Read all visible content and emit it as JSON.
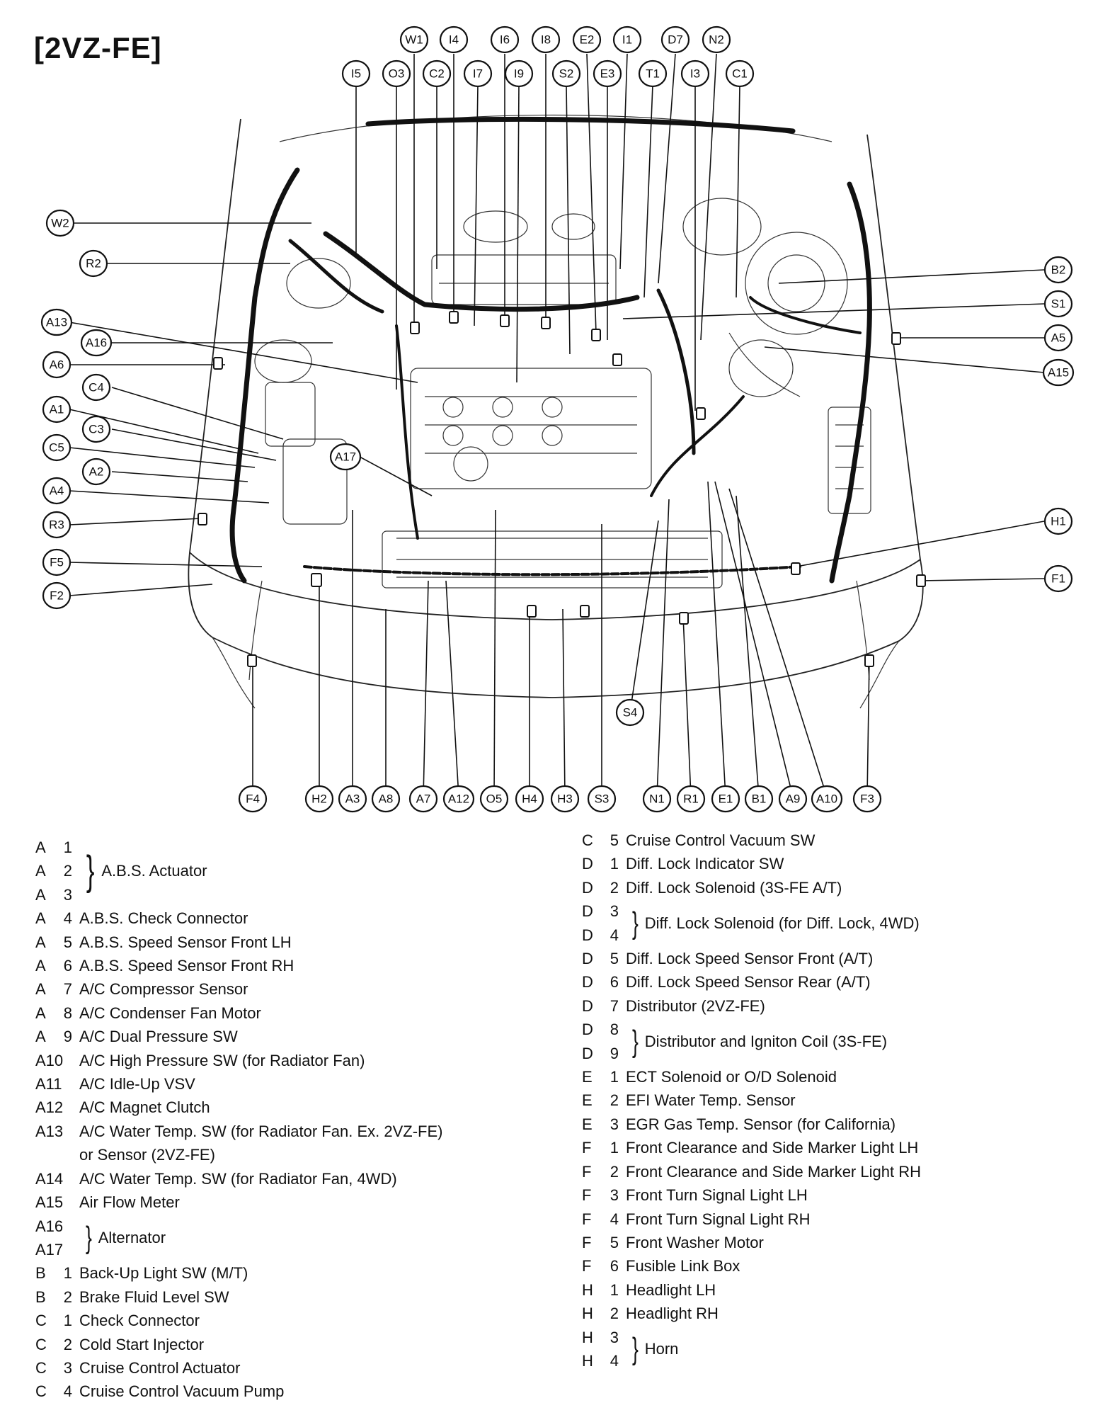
{
  "title": "[2VZ-FE]",
  "callouts": [
    {
      "id": "W1",
      "label": "W1"
    },
    {
      "id": "I4",
      "label": "I4"
    },
    {
      "id": "I6",
      "label": "I6"
    },
    {
      "id": "I8",
      "label": "I8"
    },
    {
      "id": "E2",
      "label": "E2"
    },
    {
      "id": "I1",
      "label": "I1"
    },
    {
      "id": "D7",
      "label": "D7"
    },
    {
      "id": "N2",
      "label": "N2"
    },
    {
      "id": "I5",
      "label": "I5"
    },
    {
      "id": "O3",
      "label": "O3"
    },
    {
      "id": "C2",
      "label": "C2"
    },
    {
      "id": "I7",
      "label": "I7"
    },
    {
      "id": "I9",
      "label": "I9"
    },
    {
      "id": "S2",
      "label": "S2"
    },
    {
      "id": "E3",
      "label": "E3"
    },
    {
      "id": "T1",
      "label": "T1"
    },
    {
      "id": "I3",
      "label": "I3"
    },
    {
      "id": "C1",
      "label": "C1"
    },
    {
      "id": "W2",
      "label": "W2"
    },
    {
      "id": "R2",
      "label": "R2"
    },
    {
      "id": "A13",
      "label": "A13"
    },
    {
      "id": "A16",
      "label": "A16"
    },
    {
      "id": "A6",
      "label": "A6"
    },
    {
      "id": "C4",
      "label": "C4"
    },
    {
      "id": "A1",
      "label": "A1"
    },
    {
      "id": "C3",
      "label": "C3"
    },
    {
      "id": "C5",
      "label": "C5"
    },
    {
      "id": "A2",
      "label": "A2"
    },
    {
      "id": "A4",
      "label": "A4"
    },
    {
      "id": "R3",
      "label": "R3"
    },
    {
      "id": "F5",
      "label": "F5"
    },
    {
      "id": "F2",
      "label": "F2"
    },
    {
      "id": "A17",
      "label": "A17"
    },
    {
      "id": "B2",
      "label": "B2"
    },
    {
      "id": "S1",
      "label": "S1"
    },
    {
      "id": "A5",
      "label": "A5"
    },
    {
      "id": "A15",
      "label": "A15"
    },
    {
      "id": "H1",
      "label": "H1"
    },
    {
      "id": "F1",
      "label": "F1"
    },
    {
      "id": "S4",
      "label": "S4"
    },
    {
      "id": "F4",
      "label": "F4"
    },
    {
      "id": "H2",
      "label": "H2"
    },
    {
      "id": "A3",
      "label": "A3"
    },
    {
      "id": "A8",
      "label": "A8"
    },
    {
      "id": "A7",
      "label": "A7"
    },
    {
      "id": "A12",
      "label": "A12"
    },
    {
      "id": "O5",
      "label": "O5"
    },
    {
      "id": "H4",
      "label": "H4"
    },
    {
      "id": "H3",
      "label": "H3"
    },
    {
      "id": "S3",
      "label": "S3"
    },
    {
      "id": "N1",
      "label": "N1"
    },
    {
      "id": "R1",
      "label": "R1"
    },
    {
      "id": "E1",
      "label": "E1"
    },
    {
      "id": "B1",
      "label": "B1"
    },
    {
      "id": "A9",
      "label": "A9"
    },
    {
      "id": "A10",
      "label": "A10"
    },
    {
      "id": "F3",
      "label": "F3"
    }
  ],
  "legend_left": [
    {
      "group": true,
      "codes": [
        [
          "A",
          "1"
        ],
        [
          "A",
          "2"
        ],
        [
          "A",
          "3"
        ]
      ],
      "desc": "A.B.S. Actuator"
    },
    {
      "code": [
        "A",
        "4"
      ],
      "desc": "A.B.S. Check Connector"
    },
    {
      "code": [
        "A",
        "5"
      ],
      "desc": "A.B.S. Speed Sensor Front LH"
    },
    {
      "code": [
        "A",
        "6"
      ],
      "desc": "A.B.S. Speed Sensor Front RH"
    },
    {
      "code": [
        "A",
        "7"
      ],
      "desc": "A/C Compressor Sensor"
    },
    {
      "code": [
        "A",
        "8"
      ],
      "desc": "A/C Condenser Fan Motor"
    },
    {
      "code": [
        "A",
        "9"
      ],
      "desc": "A/C Dual Pressure SW"
    },
    {
      "code": [
        "A10",
        ""
      ],
      "desc": "A/C High Pressure SW (for Radiator Fan)"
    },
    {
      "code": [
        "A11",
        ""
      ],
      "desc": "A/C Idle-Up VSV"
    },
    {
      "code": [
        "A12",
        ""
      ],
      "desc": "A/C Magnet Clutch"
    },
    {
      "code": [
        "A13",
        ""
      ],
      "desc": "A/C Water Temp. SW (for Radiator Fan. Ex. 2VZ-FE)",
      "desc2": "or Sensor (2VZ-FE)"
    },
    {
      "code": [
        "A14",
        ""
      ],
      "desc": "A/C Water Temp. SW (for Radiator Fan, 4WD)"
    },
    {
      "code": [
        "A15",
        ""
      ],
      "desc": "Air Flow Meter"
    },
    {
      "group": true,
      "codes": [
        [
          "A16",
          ""
        ],
        [
          "A17",
          ""
        ]
      ],
      "desc": "Alternator"
    },
    {
      "code": [
        "B",
        "1"
      ],
      "desc": "Back-Up Light SW (M/T)"
    },
    {
      "code": [
        "B",
        "2"
      ],
      "desc": "Brake Fluid Level SW"
    },
    {
      "code": [
        "C",
        "1"
      ],
      "desc": "Check Connector"
    },
    {
      "code": [
        "C",
        "2"
      ],
      "desc": "Cold Start Injector"
    },
    {
      "code": [
        "C",
        "3"
      ],
      "desc": "Cruise Control Actuator"
    },
    {
      "code": [
        "C",
        "4"
      ],
      "desc": "Cruise Control Vacuum Pump"
    }
  ],
  "legend_right": [
    {
      "code": [
        "C",
        "5"
      ],
      "desc": "Cruise Control Vacuum SW"
    },
    {
      "code": [
        "D",
        "1"
      ],
      "desc": "Diff. Lock Indicator SW"
    },
    {
      "code": [
        "D",
        "2"
      ],
      "desc": "Diff. Lock Solenoid (3S-FE A/T)"
    },
    {
      "group": true,
      "codes": [
        [
          "D",
          "3"
        ],
        [
          "D",
          "4"
        ]
      ],
      "desc": "Diff. Lock Solenoid (for Diff. Lock, 4WD)"
    },
    {
      "code": [
        "D",
        "5"
      ],
      "desc": "Diff. Lock Speed Sensor Front (A/T)"
    },
    {
      "code": [
        "D",
        "6"
      ],
      "desc": "Diff. Lock Speed Sensor Rear (A/T)"
    },
    {
      "code": [
        "D",
        "7"
      ],
      "desc": "Distributor (2VZ-FE)"
    },
    {
      "group": true,
      "codes": [
        [
          "D",
          "8"
        ],
        [
          "D",
          "9"
        ]
      ],
      "desc": "Distributor and Igniton Coil (3S-FE)"
    },
    {
      "code": [
        "E",
        "1"
      ],
      "desc": "ECT Solenoid or O/D Solenoid"
    },
    {
      "code": [
        "E",
        "2"
      ],
      "desc": "EFI Water Temp. Sensor"
    },
    {
      "code": [
        "E",
        "3"
      ],
      "desc": "EGR Gas Temp. Sensor (for California)"
    },
    {
      "code": [
        "F",
        "1"
      ],
      "desc": "Front Clearance and Side Marker Light LH"
    },
    {
      "code": [
        "F",
        "2"
      ],
      "desc": "Front Clearance and Side Marker Light RH"
    },
    {
      "code": [
        "F",
        "3"
      ],
      "desc": "Front Turn Signal Light LH"
    },
    {
      "code": [
        "F",
        "4"
      ],
      "desc": "Front Turn Signal Light RH"
    },
    {
      "code": [
        "F",
        "5"
      ],
      "desc": "Front Washer Motor"
    },
    {
      "code": [
        "F",
        "6"
      ],
      "desc": "Fusible Link Box"
    },
    {
      "code": [
        "H",
        "1"
      ],
      "desc": "Headlight LH"
    },
    {
      "code": [
        "H",
        "2"
      ],
      "desc": "Headlight RH"
    },
    {
      "group": true,
      "codes": [
        [
          "H",
          "3"
        ],
        [
          "H",
          "4"
        ]
      ],
      "desc": "Horn"
    }
  ]
}
